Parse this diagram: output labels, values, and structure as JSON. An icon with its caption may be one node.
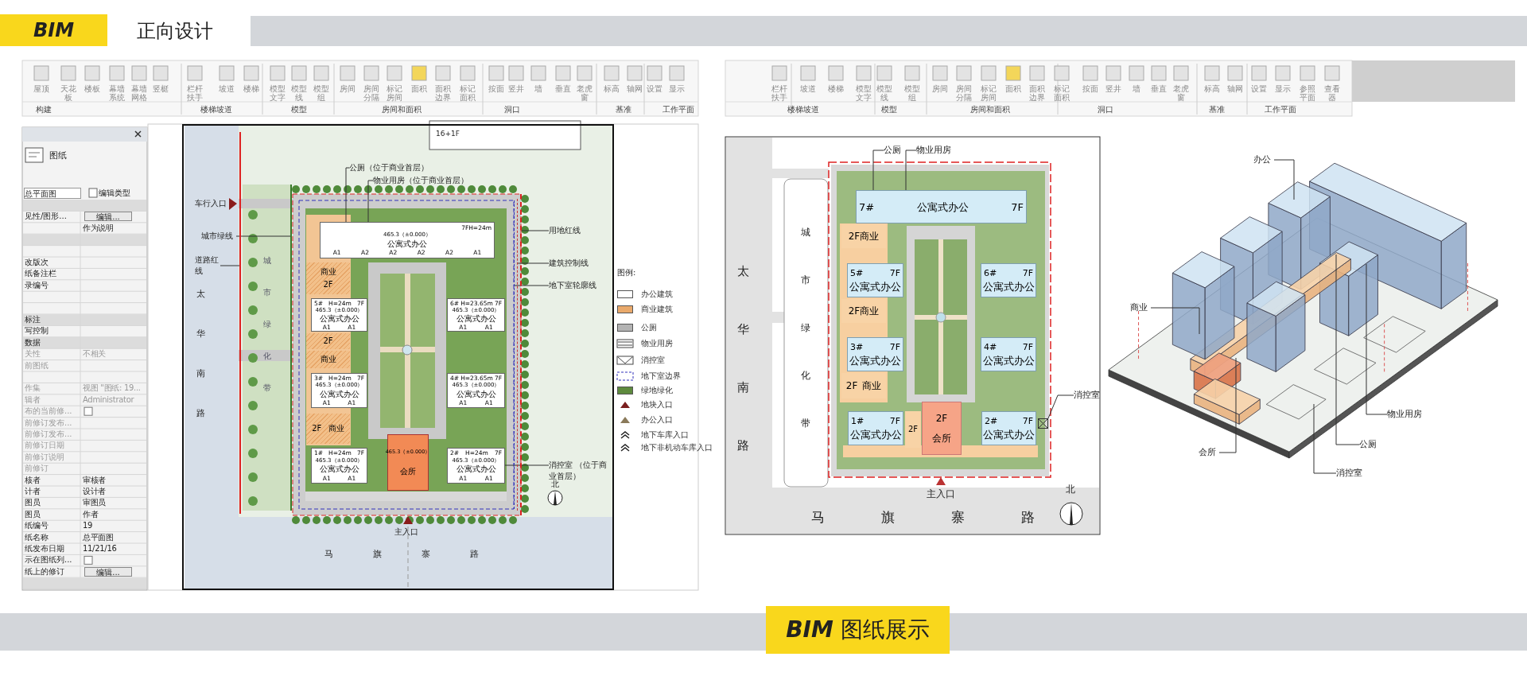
{
  "diagram": {
    "nodes": [
      {
        "text": [
          "城市绿线"
        ]
      },
      {
        "text": [
          "道路红线"
        ]
      },
      {
        "text": [
          "公厕（位于商业首层）"
        ]
      },
      {
        "text": [
          "物业用房（位于商业首层）"
        ]
      },
      {
        "text": [
          "用地红线"
        ]
      },
      {
        "text": [
          "建筑控制线"
        ]
      },
      {
        "text": [
          "地下室轮廓线"
        ]
      },
      {
        "text": [
          "消控室 （位于商业首层）"
        ]
      },
      {
        "text": [
          "7F",
          "H=24m",
          "465.3（±0.000）",
          "公寓式办公",
          "A1",
          "A2",
          "A2",
          "A2",
          "A2",
          "A1"
        ]
      },
      {
        "text": [
          "5#",
          "H=24m",
          "7F",
          "465.3（±0.000）",
          "公寓式办公",
          "A1",
          "A1"
        ]
      },
      {
        "text": [
          "6#",
          "H=23.65m",
          "7F",
          "465.3（±0.000）",
          "公寓式办公",
          "A1",
          "A1"
        ]
      },
      {
        "text": [
          "3#",
          "H=24m",
          "7F",
          "465.3（±0.000）",
          "公寓式办公",
          "A1",
          "A1"
        ]
      },
      {
        "text": [
          "4#",
          "H=23.65m",
          "7F",
          "465.3（±0.000）",
          "公寓式办公",
          "A1",
          "A1"
        ]
      },
      {
        "text": [
          "1#",
          "H=24m",
          "7F",
          "465.3（±0.000）",
          "公寓式办公",
          "A1",
          "A1"
        ]
      },
      {
        "text": [
          "2#",
          "H=24m",
          "7F",
          "465.3（±0.000）",
          "公寓式办公",
          "A1",
          "A1"
        ]
      },
      {
        "text": [
          "465.3（±0.000）",
          "会所"
        ]
      },
      {
        "text": [
          "商业",
          "2F"
        ]
      },
      {
        "text": [
          "2F"
        ]
      },
      {
        "text": [
          "商业"
        ]
      },
      {
        "text": [
          "2F",
          "商业"
        ]
      },
      {
        "text": [
          "公厕"
        ]
      },
      {
        "text": [
          "物业用房"
        ]
      },
      {
        "text": [
          "消控室"
        ]
      },
      {
        "text": [
          "7#",
          "公寓式办公",
          "7F"
        ]
      },
      {
        "text": [
          "2F商业"
        ]
      },
      {
        "text": [
          "5#",
          "7F",
          "公寓式办公"
        ]
      },
      {
        "text": [
          "6#",
          "7F",
          "公寓式办公"
        ]
      },
      {
        "text": [
          "2F商业"
        ]
      },
      {
        "text": [
          "3#",
          "7F",
          "公寓式办公"
        ]
      },
      {
        "text": [
          "4#",
          "7F",
          "公寓式办公"
        ]
      },
      {
        "text": [
          "2F",
          "商业"
        ]
      },
      {
        "text": [
          "1#",
          "7F",
          "公寓式办公"
        ]
      },
      {
        "text": [
          "2F"
        ]
      },
      {
        "text": [
          "2F",
          "会所"
        ]
      },
      {
        "text": [
          "2#",
          "7F",
          "公寓式办公"
        ]
      },
      {
        "text": [
          "办公"
        ]
      },
      {
        "text": [
          "商业"
        ]
      },
      {
        "text": [
          "物业用房"
        ]
      },
      {
        "text": [
          "公厕"
        ]
      },
      {
        "text": [
          "会所"
        ]
      },
      {
        "text": [
          "消控室"
        ]
      },
      {
        "text": [],
        "shape": "box"
      },
      {
        "text": [],
        "shape": "line"
      },
      {
        "text": [],
        "shape": "line"
      },
      {
        "text": [],
        "shape": "line"
      },
      {
        "text": [],
        "shape": "line"
      },
      {
        "text": [],
        "shape": "line"
      }
    ],
    "edges": [
      {
        "from": 0,
        "to": 43,
        "arrow": "none"
      },
      {
        "from": 1,
        "to": 42,
        "arrow": "none"
      },
      {
        "from": 2,
        "to": 8,
        "arrow": "none"
      },
      {
        "from": 3,
        "to": 8,
        "arrow": "none"
      },
      {
        "from": 4,
        "to": 46,
        "arrow": "none"
      },
      {
        "from": 5,
        "to": 45,
        "arrow": "none"
      },
      {
        "from": 6,
        "to": 44,
        "arrow": "none"
      },
      {
        "from": 7,
        "to": 14,
        "arrow": "none"
      },
      {
        "from": 20,
        "to": 23,
        "arrow": "none"
      },
      {
        "from": 21,
        "to": 23,
        "arrow": "none"
      },
      {
        "from": 22,
        "to": 41,
        "arrow": "none"
      },
      {
        "from": 35,
        "to": null,
        "arrow": "none"
      },
      {
        "from": 36,
        "to": null,
        "arrow": "none"
      },
      {
        "from": 37,
        "to": null,
        "arrow": "none"
      },
      {
        "from": 38,
        "to": null,
        "arrow": "none"
      },
      {
        "from": 39,
        "to": null,
        "arrow": "none"
      },
      {
        "from": 40,
        "to": null,
        "arrow": "none"
      }
    ],
    "labels": [
      "BIM",
      "正向设计",
      "屋顶",
      "天花板",
      "楼板",
      "幕墙系统",
      "幕墙网格",
      "竖梃",
      "栏杆扶手",
      "坡道",
      "楼梯",
      "模型文字",
      "模型线",
      "模型组",
      "房间",
      "房间分隔",
      "标记房间",
      "面积",
      "面积边界",
      "标记面积",
      "按面",
      "竖井",
      "墙",
      "垂直",
      "老虎窗",
      "标高",
      "轴网",
      "设置",
      "显示",
      "构建",
      "楼梯坡道",
      "模型",
      "房间和面积",
      "洞口",
      "基准",
      "工作平面",
      "栏杆扶手",
      "坡道",
      "楼梯",
      "模型文字",
      "模型线",
      "模型组",
      "房间",
      "房间分隔",
      "标记房间",
      "面积",
      "面积边界",
      "标记面积",
      "按面",
      "竖井",
      "墙",
      "垂直",
      "老虎窗",
      "标高",
      "轴网",
      "设置",
      "显示",
      "参照平面",
      "查看器",
      "楼梯坡道",
      "模型",
      "房间和面积",
      "洞口",
      "基准",
      "工作平面",
      "图纸",
      "总平面图",
      "编辑类型",
      "见性/图形...",
      "编辑...",
      "作为说明",
      "改版次",
      "纸备注栏",
      "录编号",
      "标注",
      "写控制",
      "数据",
      "关性",
      "不相关",
      "前图纸",
      "作集",
      "视图 \"图纸: 19...",
      "辑者",
      "Administrator",
      "布的当前修...",
      "前修订发布...",
      "前修订发布...",
      "前修订日期",
      "前修订说明",
      "前修订",
      "核者",
      "审核者",
      "计者",
      "设计者",
      "图员",
      "审图员",
      "图员",
      "作者",
      "纸编号",
      "19",
      "纸名称",
      "总平面图",
      "纸发布日期",
      "11/21/16",
      "示在图纸列...",
      "纸上的修订",
      "编辑...",
      "车行入口",
      "太华南路",
      "城市绿化带",
      "16+1F",
      "主入口",
      "马旗寨路",
      "北",
      "图例:",
      "太华南路",
      "城市绿化带",
      "主入口",
      "马旗寨路",
      "北",
      "**BIM** 图纸展示"
    ],
    "legend": [
      {
        "text": "办公建筑",
        "color": "#ffffff"
      },
      {
        "text": "商业建筑",
        "color": "#e9a96b"
      },
      {
        "text": "公厕",
        "color": "#b3b3b3"
      },
      {
        "text": "物业用房"
      },
      {
        "text": "消控室"
      },
      {
        "text": "地下室边界"
      },
      {
        "text": "绿地绿化",
        "color": "#5e8a3e"
      },
      {
        "text": "地块入口"
      },
      {
        "text": "办公入口"
      },
      {
        "text": "地下车库入口"
      },
      {
        "text": "地下非机动车库入口"
      }
    ]
  }
}
